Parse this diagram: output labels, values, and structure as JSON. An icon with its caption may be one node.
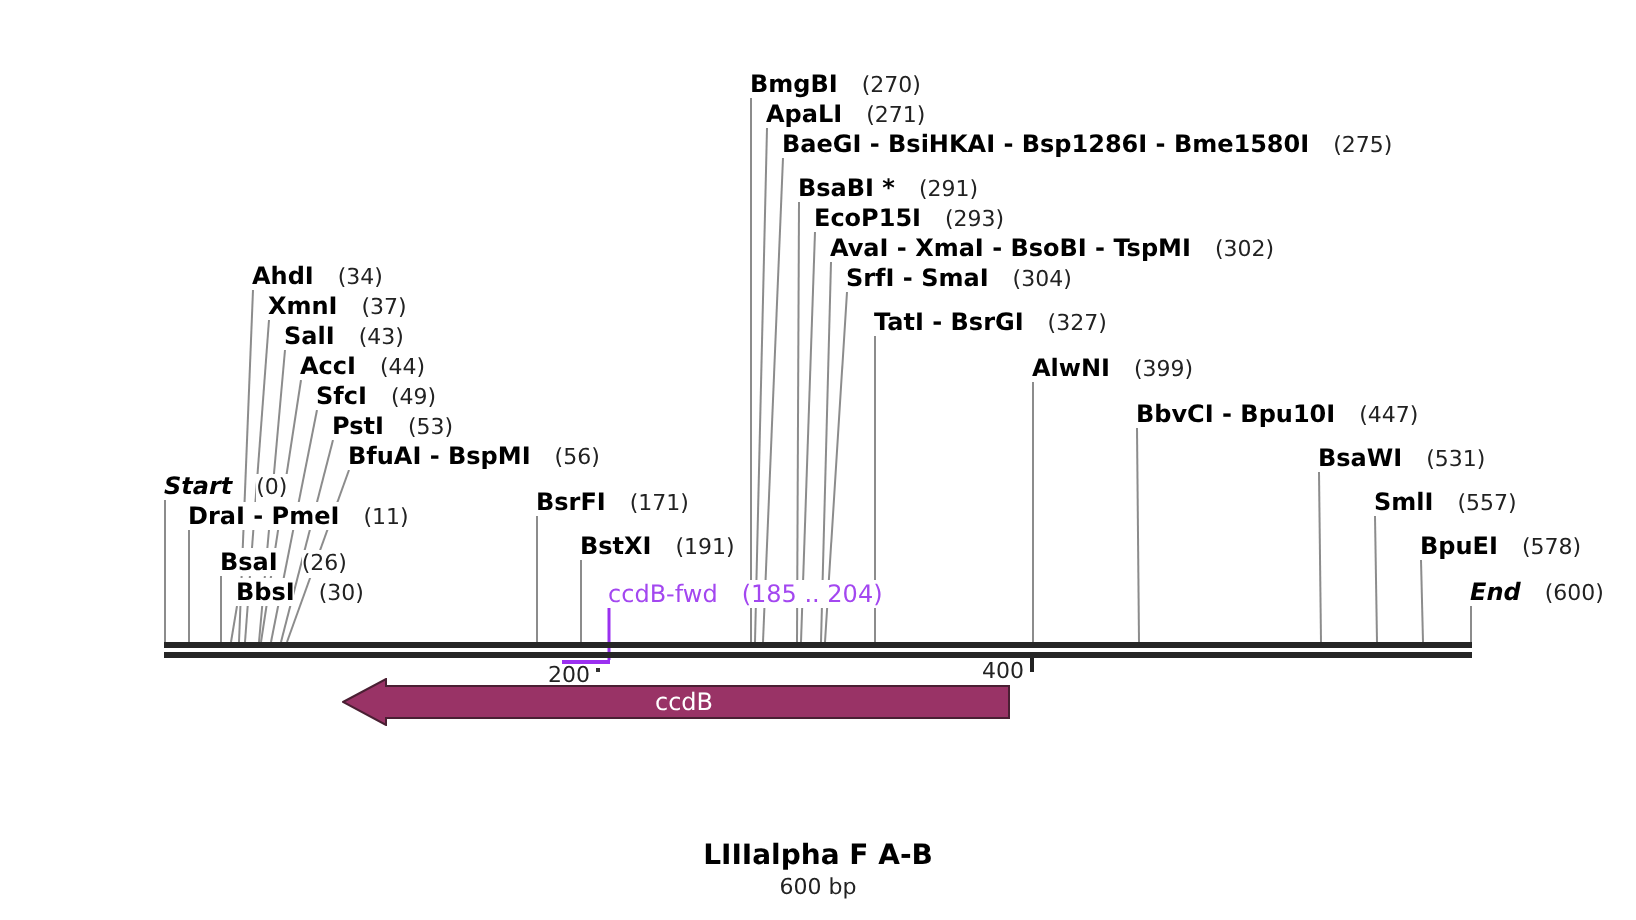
{
  "diagram": {
    "title": "LIIIalpha F A-B",
    "caption": "600 bp",
    "nodes": [
      {
        "text": [
          "Start",
          "(0)"
        ]
      },
      {
        "text": [
          "DraI - PmeI",
          "(11)"
        ]
      },
      {
        "text": [
          "BsaI",
          "(26)"
        ]
      },
      {
        "text": [
          "BbsI",
          "(30)"
        ]
      },
      {
        "text": [
          "AhdI",
          "(34)"
        ]
      },
      {
        "text": [
          "XmnI",
          "(37)"
        ]
      },
      {
        "text": [
          "SalI",
          "(43)"
        ]
      },
      {
        "text": [
          "AccI",
          "(44)"
        ]
      },
      {
        "text": [
          "SfcI",
          "(49)"
        ]
      },
      {
        "text": [
          "PstI",
          "(53)"
        ]
      },
      {
        "text": [
          "BfuAI - BspMI",
          "(56)"
        ]
      },
      {
        "text": [
          "BsrFI",
          "(171)"
        ]
      },
      {
        "text": [
          "BstXI",
          "(191)"
        ]
      },
      {
        "text": [
          "BmgBI",
          "(270)"
        ]
      },
      {
        "text": [
          "ApaLI",
          "(271)"
        ]
      },
      {
        "text": [
          "BaeGI - BsiHKAI - Bsp1286I - Bme1580I",
          "(275)"
        ]
      },
      {
        "text": [
          "BsaBI *",
          "(291)"
        ]
      },
      {
        "text": [
          "EcoP15I",
          "(293)"
        ]
      },
      {
        "text": [
          "AvaI - XmaI - BsoBI - TspMI",
          "(302)"
        ]
      },
      {
        "text": [
          "SrfI - SmaI",
          "(304)"
        ]
      },
      {
        "text": [
          "TatI - BsrGI",
          "(327)"
        ]
      },
      {
        "text": [
          "AlwNI",
          "(399)"
        ]
      },
      {
        "text": [
          "BbvCI - Bpu10I",
          "(447)"
        ]
      },
      {
        "text": [
          "BsaWI",
          "(531)"
        ]
      },
      {
        "text": [
          "SmlI",
          "(557)"
        ]
      },
      {
        "text": [
          "BpuEI",
          "(578)"
        ]
      },
      {
        "text": [
          "End",
          "(600)"
        ]
      },
      {
        "text": [
          "ccdB-fwd",
          "(185 .. 204)"
        ]
      },
      {
        "text": [],
        "shape": "bar"
      },
      {
        "text": [],
        "shape": "bar"
      },
      {
        "text": [
          "ccdB"
        ]
      }
    ],
    "edges": [
      {
        "from": 0,
        "to": 28,
        "arrow": "none"
      },
      {
        "from": 1,
        "to": 28,
        "arrow": "none"
      },
      {
        "from": 2,
        "to": 28,
        "arrow": "none"
      },
      {
        "from": 3,
        "to": 28,
        "arrow": "none"
      },
      {
        "from": 4,
        "to": 28,
        "arrow": "none"
      },
      {
        "from": 5,
        "to": 28,
        "arrow": "none"
      },
      {
        "from": 6,
        "to": 28,
        "arrow": "none"
      },
      {
        "from": 7,
        "to": 28,
        "arrow": "none"
      },
      {
        "from": 8,
        "to": 28,
        "arrow": "none"
      },
      {
        "from": 9,
        "to": 28,
        "arrow": "none"
      },
      {
        "from": 10,
        "to": 28,
        "arrow": "none"
      },
      {
        "from": 11,
        "to": 28,
        "arrow": "none"
      },
      {
        "from": 12,
        "to": 28,
        "arrow": "none"
      },
      {
        "from": 13,
        "to": 28,
        "arrow": "none"
      },
      {
        "from": 14,
        "to": 28,
        "arrow": "none"
      },
      {
        "from": 15,
        "to": 28,
        "arrow": "none"
      },
      {
        "from": 16,
        "to": 28,
        "arrow": "none"
      },
      {
        "from": 17,
        "to": 28,
        "arrow": "none"
      },
      {
        "from": 18,
        "to": 28,
        "arrow": "none"
      },
      {
        "from": 19,
        "to": 28,
        "arrow": "none"
      },
      {
        "from": 20,
        "to": 28,
        "arrow": "none"
      },
      {
        "from": 21,
        "to": 28,
        "arrow": "none"
      },
      {
        "from": 22,
        "to": 28,
        "arrow": "none"
      },
      {
        "from": 23,
        "to": 28,
        "arrow": "none"
      },
      {
        "from": 24,
        "to": 28,
        "arrow": "none"
      },
      {
        "from": 25,
        "to": 28,
        "arrow": "none"
      },
      {
        "from": 26,
        "to": 28,
        "arrow": "none"
      },
      {
        "from": 27,
        "to": 29,
        "arrow": "none",
        "color": "#9b30f0"
      }
    ],
    "labels": [
      "200",
      "400"
    ]
  }
}
